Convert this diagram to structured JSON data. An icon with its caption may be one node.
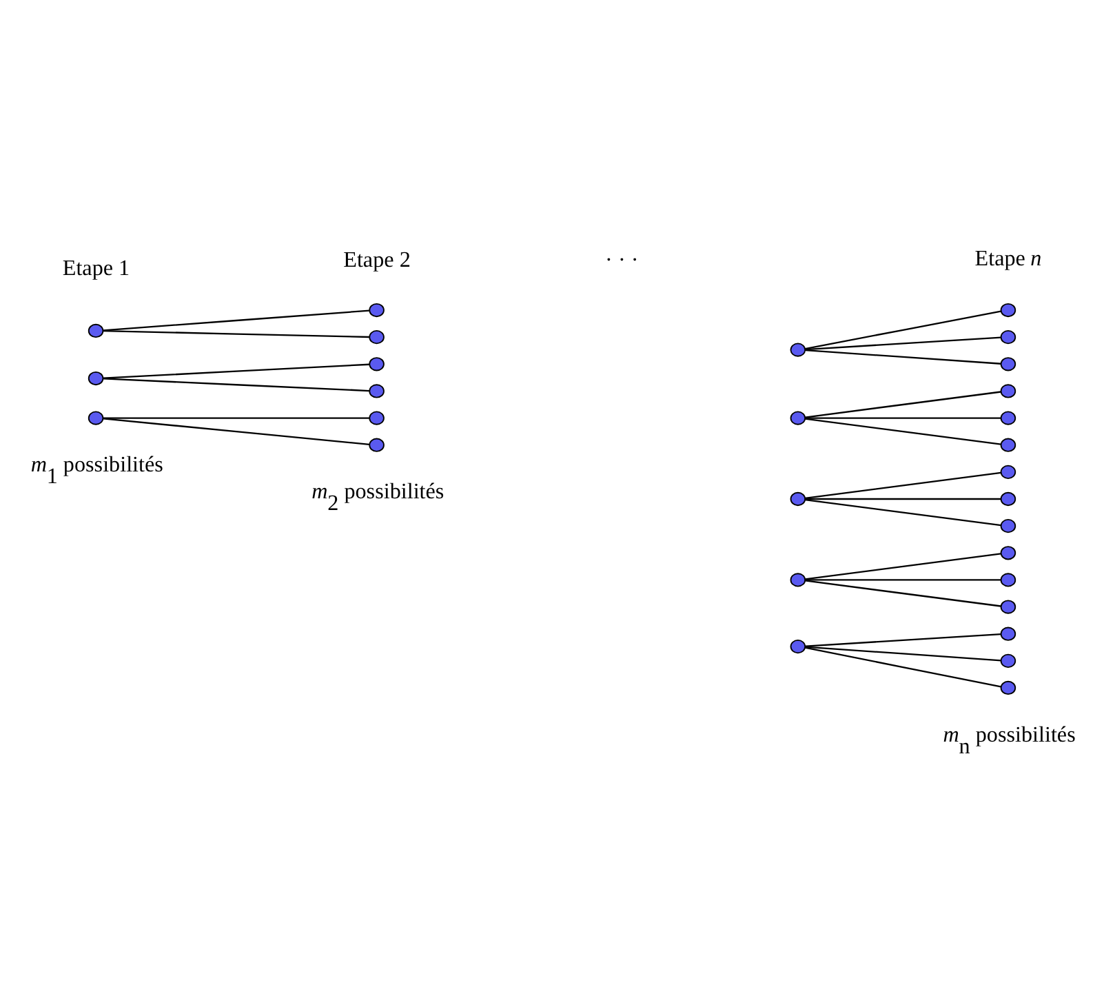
{
  "diagram": {
    "nodes": [
      {
        "text": [],
        "shape": "circle"
      },
      {
        "text": [],
        "shape": "circle"
      },
      {
        "text": [],
        "shape": "circle"
      },
      {
        "text": [],
        "shape": "circle"
      },
      {
        "text": [],
        "shape": "circle"
      },
      {
        "text": [],
        "shape": "circle"
      },
      {
        "text": [],
        "shape": "circle"
      },
      {
        "text": [],
        "shape": "circle"
      },
      {
        "text": [],
        "shape": "circle"
      },
      {
        "text": [],
        "shape": "circle"
      },
      {
        "text": [],
        "shape": "circle"
      },
      {
        "text": [],
        "shape": "circle"
      },
      {
        "text": [],
        "shape": "circle"
      },
      {
        "text": [],
        "shape": "circle"
      },
      {
        "text": [],
        "shape": "circle"
      },
      {
        "text": [],
        "shape": "circle"
      },
      {
        "text": [],
        "shape": "circle"
      },
      {
        "text": [],
        "shape": "circle"
      },
      {
        "text": [],
        "shape": "circle"
      },
      {
        "text": [],
        "shape": "circle"
      },
      {
        "text": [],
        "shape": "circle"
      },
      {
        "text": [],
        "shape": "circle"
      },
      {
        "text": [],
        "shape": "circle"
      },
      {
        "text": [],
        "shape": "circle"
      },
      {
        "text": [],
        "shape": "circle"
      },
      {
        "text": [],
        "shape": "circle"
      },
      {
        "text": [],
        "shape": "circle"
      },
      {
        "text": [],
        "shape": "circle"
      },
      {
        "text": [],
        "shape": "circle"
      }
    ],
    "edges": [
      {
        "from": 0,
        "to": 3,
        "arrow": "none"
      },
      {
        "from": 0,
        "to": 4,
        "arrow": "none"
      },
      {
        "from": 1,
        "to": 5,
        "arrow": "none"
      },
      {
        "from": 1,
        "to": 6,
        "arrow": "none"
      },
      {
        "from": 2,
        "to": 7,
        "arrow": "none"
      },
      {
        "from": 2,
        "to": 8,
        "arrow": "none"
      },
      {
        "from": 9,
        "to": 14,
        "arrow": "none"
      },
      {
        "from": 9,
        "to": 15,
        "arrow": "none"
      },
      {
        "from": 9,
        "to": 16,
        "arrow": "none"
      },
      {
        "from": 10,
        "to": 17,
        "arrow": "none"
      },
      {
        "from": 10,
        "to": 18,
        "arrow": "none"
      },
      {
        "from": 10,
        "to": 19,
        "arrow": "none"
      },
      {
        "from": 11,
        "to": 20,
        "arrow": "none"
      },
      {
        "from": 11,
        "to": 21,
        "arrow": "none"
      },
      {
        "from": 11,
        "to": 22,
        "arrow": "none"
      },
      {
        "from": 12,
        "to": 23,
        "arrow": "none"
      },
      {
        "from": 12,
        "to": 24,
        "arrow": "none"
      },
      {
        "from": 12,
        "to": 25,
        "arrow": "none"
      },
      {
        "from": 13,
        "to": 26,
        "arrow": "none"
      },
      {
        "from": 13,
        "to": 27,
        "arrow": "none"
      },
      {
        "from": 13,
        "to": 28,
        "arrow": "none"
      }
    ],
    "labels": [
      "Etape 1",
      "Etape 2",
      "Etape *n*",
      "· · ·",
      "*m*$_{1}$ possibilités",
      "*m*$_{2}$ possibilités",
      "*m*$_{n}$ possibilités"
    ]
  }
}
